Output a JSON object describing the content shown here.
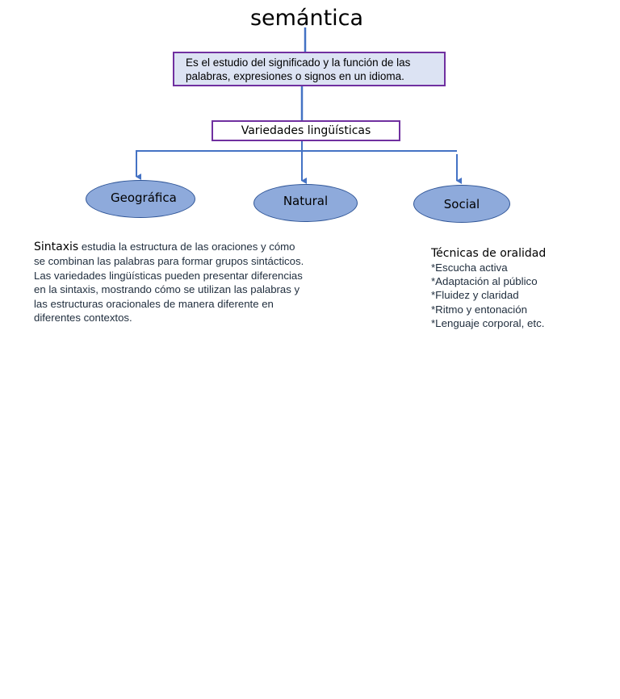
{
  "title": "semántica",
  "definition": "Es el estudio del significado y la función de las palabras, expresiones o signos en un idioma.",
  "varieties_label": "Variedades lingüísticas",
  "categories": {
    "geografica": "Geográfica",
    "natural": "Natural",
    "social": "Social"
  },
  "syntax": {
    "term": "Sintaxis",
    "text": " estudia la estructura de las oraciones y cómo se combinan las palabras para formar grupos sintácticos. Las variedades lingüísticas pueden presentar diferencias en la sintaxis, mostrando cómo se utilizan las palabras y las estructuras oracionales de manera diferente en diferentes contextos."
  },
  "orality": {
    "heading": "Técnicas de oralidad",
    "items": [
      "*Escucha activa",
      "*Adaptación al público",
      "*Fluidez y claridad",
      "*Ritmo y entonación",
      "*Lenguaje corporal, etc."
    ]
  },
  "colors": {
    "connector": "#4472c4",
    "box_border": "#7030a0",
    "definition_fill": "#dce3f3",
    "ellipse_fill": "#8eaadb"
  }
}
